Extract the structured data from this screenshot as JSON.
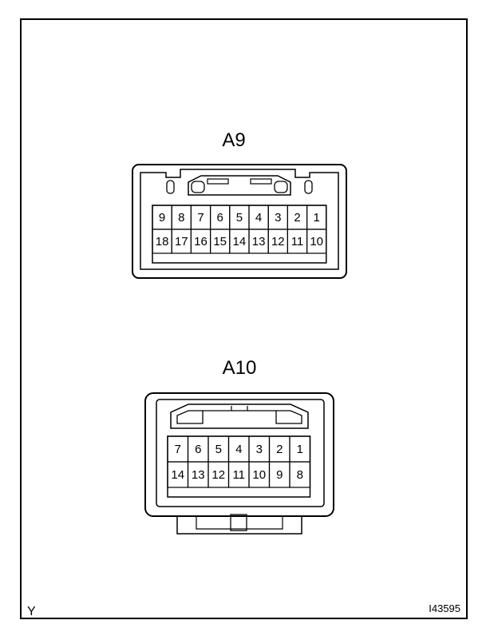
{
  "connectors": {
    "a9": {
      "label": "A9",
      "row_top": [
        "9",
        "8",
        "7",
        "6",
        "5",
        "4",
        "3",
        "2",
        "1"
      ],
      "row_bottom": [
        "18",
        "17",
        "16",
        "15",
        "14",
        "13",
        "12",
        "11",
        "10"
      ]
    },
    "a10": {
      "label": "A10",
      "row_top": [
        "7",
        "6",
        "5",
        "4",
        "3",
        "2",
        "1"
      ],
      "row_bottom": [
        "14",
        "13",
        "12",
        "11",
        "10",
        "9",
        "8"
      ]
    }
  },
  "corner_label": "Y",
  "figure_id": "I43595"
}
